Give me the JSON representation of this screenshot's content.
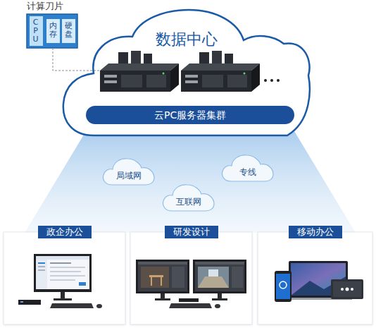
{
  "diagram": {
    "nodes": [
      {
        "text": [
          "计算刀片",
          "CPU",
          "内存",
          "硬盘"
        ]
      },
      {
        "text": [
          "数据中心"
        ]
      },
      {
        "text": [
          "云PC服务器集群"
        ],
        "in": 1
      },
      {
        "text": [
          "局域网"
        ]
      },
      {
        "text": [
          "专线"
        ]
      },
      {
        "text": [
          "互联网"
        ]
      },
      {
        "text": [
          "政企办公"
        ]
      },
      {
        "text": [
          "研发设计"
        ]
      },
      {
        "text": [
          "移动办公"
        ]
      }
    ]
  }
}
